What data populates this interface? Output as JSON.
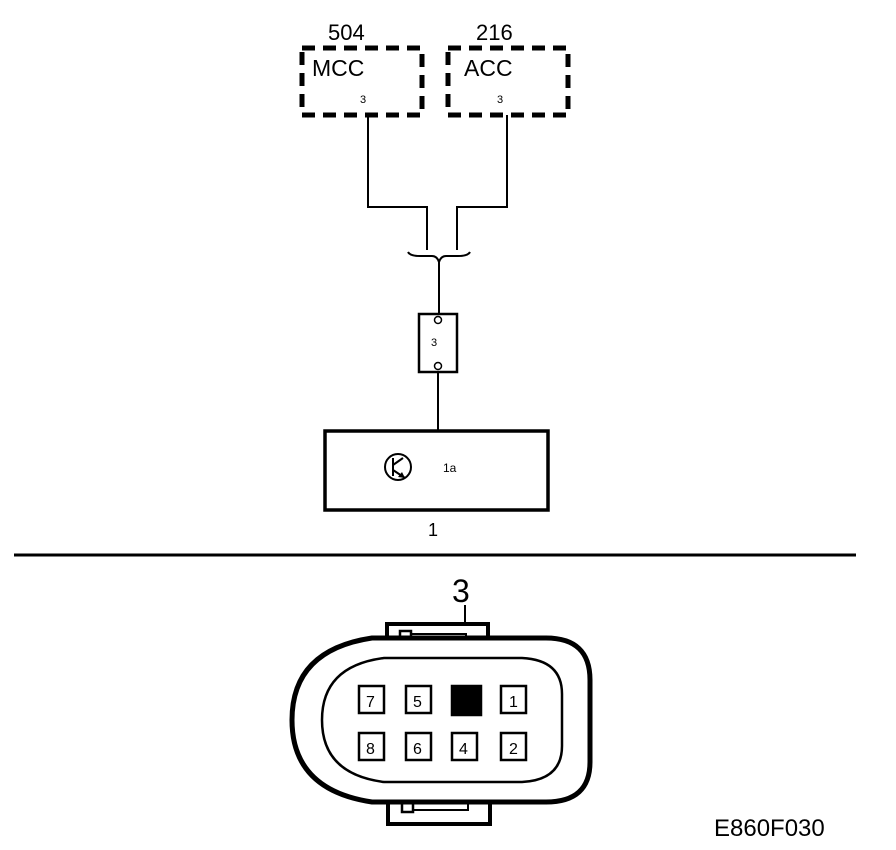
{
  "diagram": {
    "top_boxes": [
      {
        "number": "504",
        "name": "MCC",
        "pin": "3"
      },
      {
        "number": "216",
        "name": "ACC",
        "pin": "3"
      }
    ],
    "connector_pin": "3",
    "component": {
      "number": "1",
      "label": "1a"
    },
    "pinout": {
      "highlight_pin": "3",
      "top_row": [
        "7",
        "5",
        "",
        "1"
      ],
      "bottom_row": [
        "8",
        "6",
        "4",
        "2"
      ]
    },
    "figure_code": "E860F030"
  }
}
